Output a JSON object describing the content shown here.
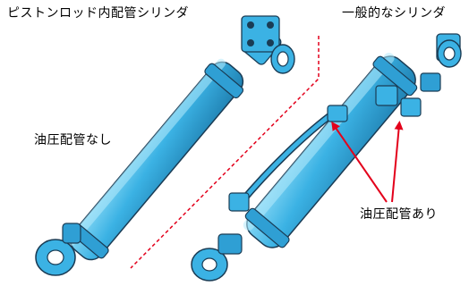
{
  "labels": {
    "left_title": "ピストンロッド内配管シリンダ",
    "right_title": "一般的なシリンダ",
    "no_piping": "油圧配管なし",
    "with_piping": "油圧配管あり"
  },
  "colors": {
    "cylinder": "#3bb2e4",
    "cylinder_dark": "#1f7fb0",
    "cylinder_light": "#8fdcf7",
    "outline": "#1a3c55",
    "arrow": "#e3001b",
    "divider": "#e3001b"
  }
}
